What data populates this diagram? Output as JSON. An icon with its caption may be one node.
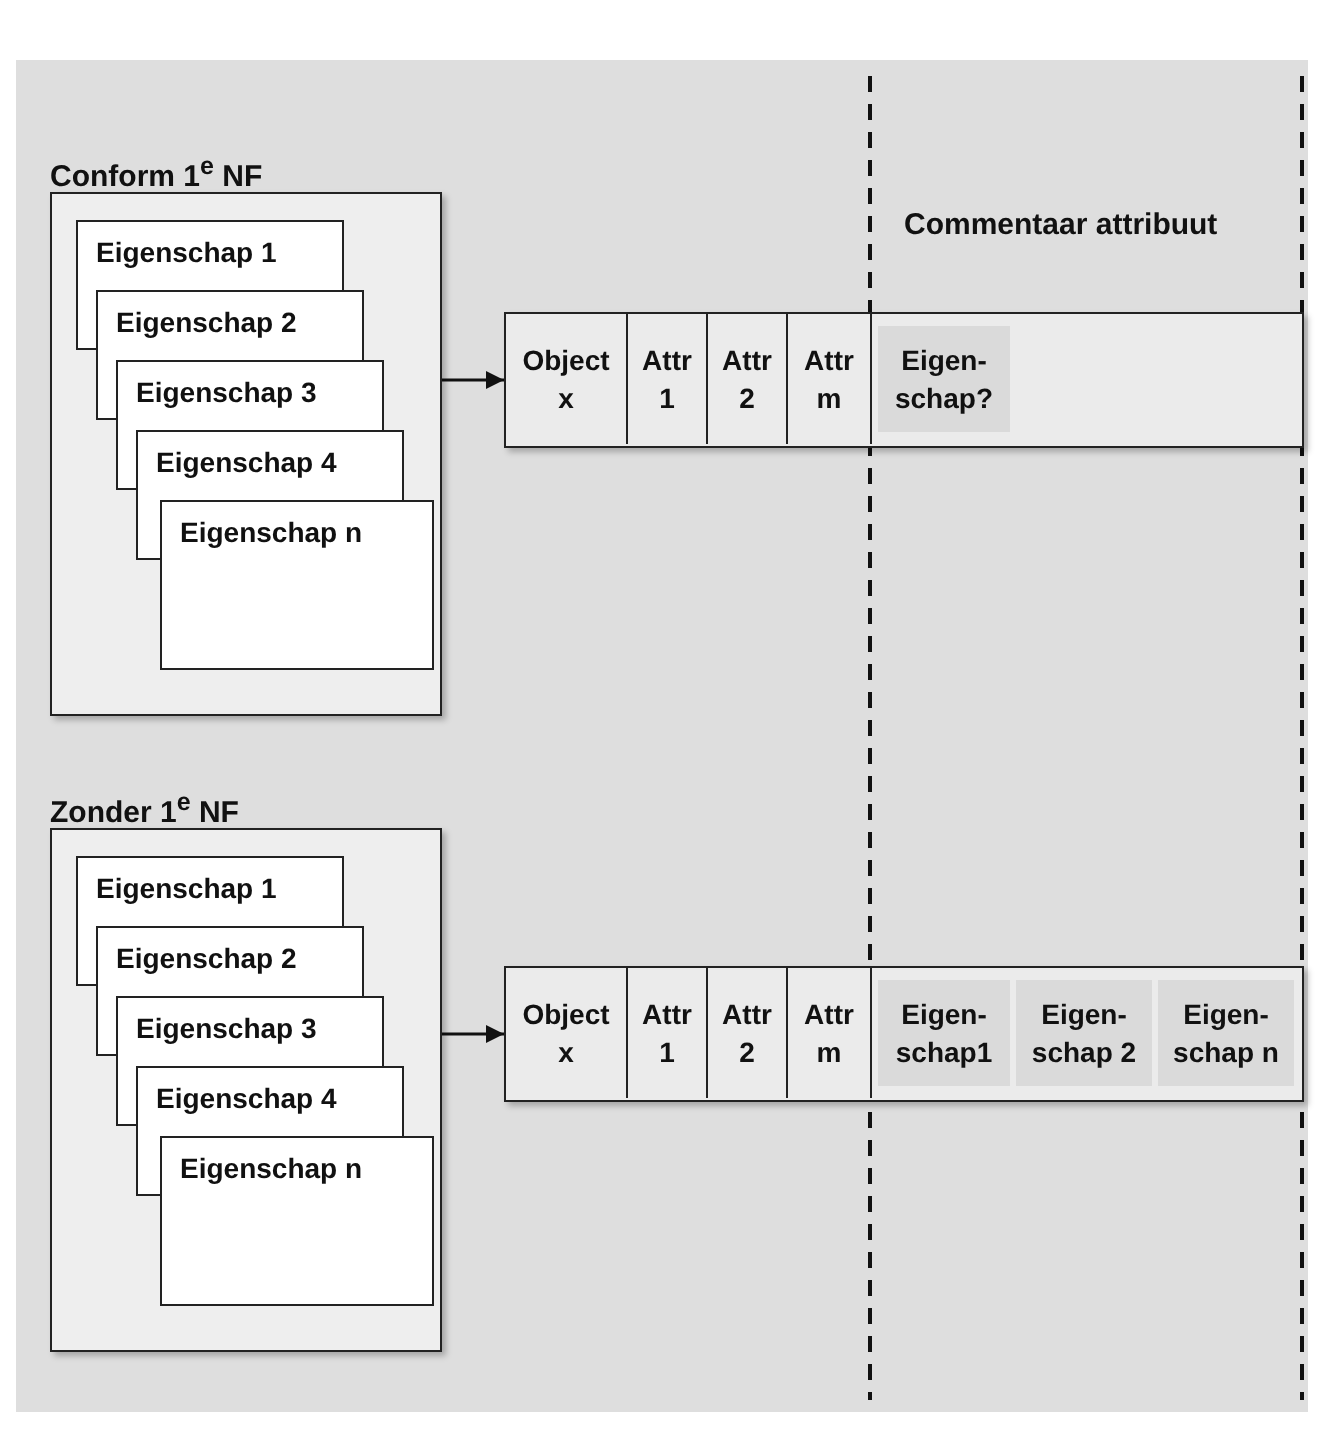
{
  "diagram": {
    "nodes": [
      {
        "text": [
          "Conform 1$^{e}$ NF"
        ]
      },
      {
        "text": [
          "Eigenschap 1"
        ],
        "in": 0
      },
      {
        "text": [
          "Eigenschap 2"
        ],
        "in": 0
      },
      {
        "text": [
          "Eigenschap 3"
        ],
        "in": 0
      },
      {
        "text": [
          "Eigenschap 4"
        ],
        "in": 0
      },
      {
        "text": [
          "Eigenschap n"
        ],
        "in": 0
      },
      {
        "text": [],
        "shape": "bar"
      },
      {
        "text": [
          "Object x"
        ],
        "in": 6
      },
      {
        "text": [
          "Attr 1"
        ],
        "in": 6
      },
      {
        "text": [
          "Attr 2"
        ],
        "in": 6
      },
      {
        "text": [
          "Attr m"
        ],
        "in": 6
      },
      {
        "text": [
          "Eigen- schap?"
        ],
        "in": 6
      },
      {
        "text": [
          "Zonder 1$^{e}$ NF"
        ]
      },
      {
        "text": [
          "Eigenschap 1"
        ],
        "in": 12
      },
      {
        "text": [
          "Eigenschap 2"
        ],
        "in": 12
      },
      {
        "text": [
          "Eigenschap 3"
        ],
        "in": 12
      },
      {
        "text": [
          "Eigenschap 4"
        ],
        "in": 12
      },
      {
        "text": [
          "Eigenschap n"
        ],
        "in": 12
      },
      {
        "text": [],
        "shape": "bar"
      },
      {
        "text": [
          "Object x"
        ],
        "in": 18
      },
      {
        "text": [
          "Attr 1"
        ],
        "in": 18
      },
      {
        "text": [
          "Attr 2"
        ],
        "in": 18
      },
      {
        "text": [
          "Attr m"
        ],
        "in": 18
      },
      {
        "text": [
          "Eigen- schap1"
        ],
        "in": 18
      },
      {
        "text": [
          "Eigen- schap 2"
        ],
        "in": 18
      },
      {
        "text": [
          "Eigen- schap n"
        ],
        "in": 18
      }
    ],
    "edges": [
      {
        "from": 0,
        "to": 6,
        "arrow": "to"
      },
      {
        "from": 12,
        "to": 18,
        "arrow": "to"
      }
    ],
    "labels": [
      "Commentaar attribuut"
    ]
  }
}
